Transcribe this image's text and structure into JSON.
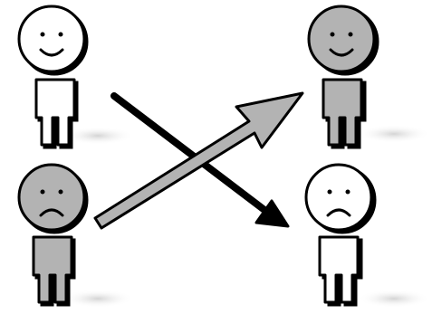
{
  "diagram": {
    "figures": [
      {
        "id": "top-left",
        "mood": "happy",
        "fill": "#ffffff"
      },
      {
        "id": "top-right",
        "mood": "happy",
        "fill": "#b3b3b3"
      },
      {
        "id": "bottom-left",
        "mood": "sad",
        "fill": "#b3b3b3"
      },
      {
        "id": "bottom-right",
        "mood": "sad",
        "fill": "#ffffff"
      }
    ],
    "arrows": [
      {
        "id": "black-arrow",
        "from": "top-left",
        "to": "bottom-right",
        "color": "#000000"
      },
      {
        "id": "gray-arrow",
        "from": "bottom-left",
        "to": "top-right",
        "color": "#b3b3b3"
      }
    ],
    "colors": {
      "outline": "#000000",
      "shadow": "#d9d9d9"
    }
  }
}
